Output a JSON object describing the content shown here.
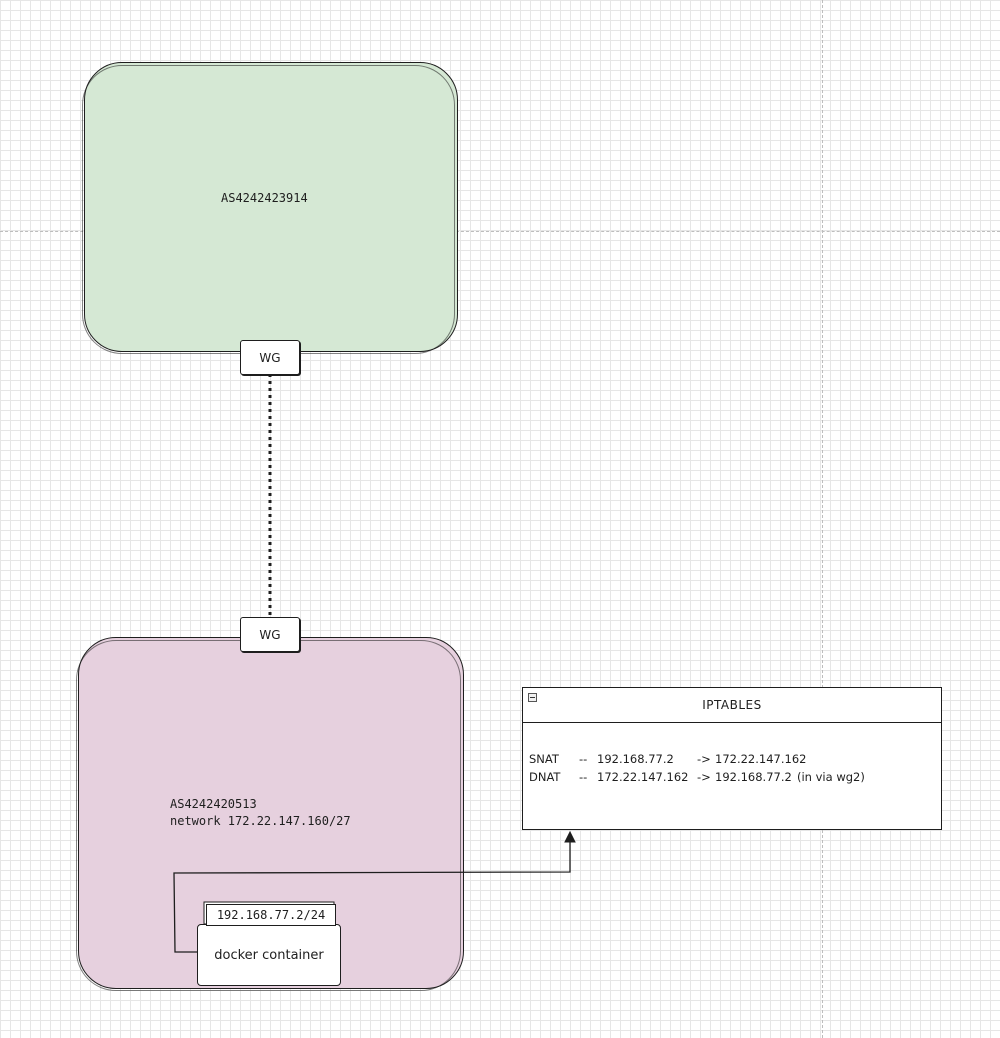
{
  "diagram": {
    "as_top": {
      "label": "AS4242423914",
      "fill": "#d5e8d4"
    },
    "as_bottom": {
      "label_line1": "AS4242420513",
      "label_line2": "network 172.22.147.160/27",
      "fill": "#e6d0de"
    },
    "wg_top": {
      "label": "WG"
    },
    "wg_bottom": {
      "label": "WG"
    },
    "docker": {
      "ip_label": "192.168.77.2/24",
      "label": "docker container"
    },
    "iptables": {
      "title": "IPTABLES",
      "rows": [
        {
          "type": "SNAT",
          "sep": "--",
          "from": "192.168.77.2",
          "arrow": "->",
          "to": "172.22.147.162",
          "note": ""
        },
        {
          "type": "DNAT",
          "sep": "--",
          "from": "172.22.147.162",
          "arrow": "->",
          "to": "192.168.77.2",
          "note": "(in via wg2)"
        }
      ]
    }
  }
}
